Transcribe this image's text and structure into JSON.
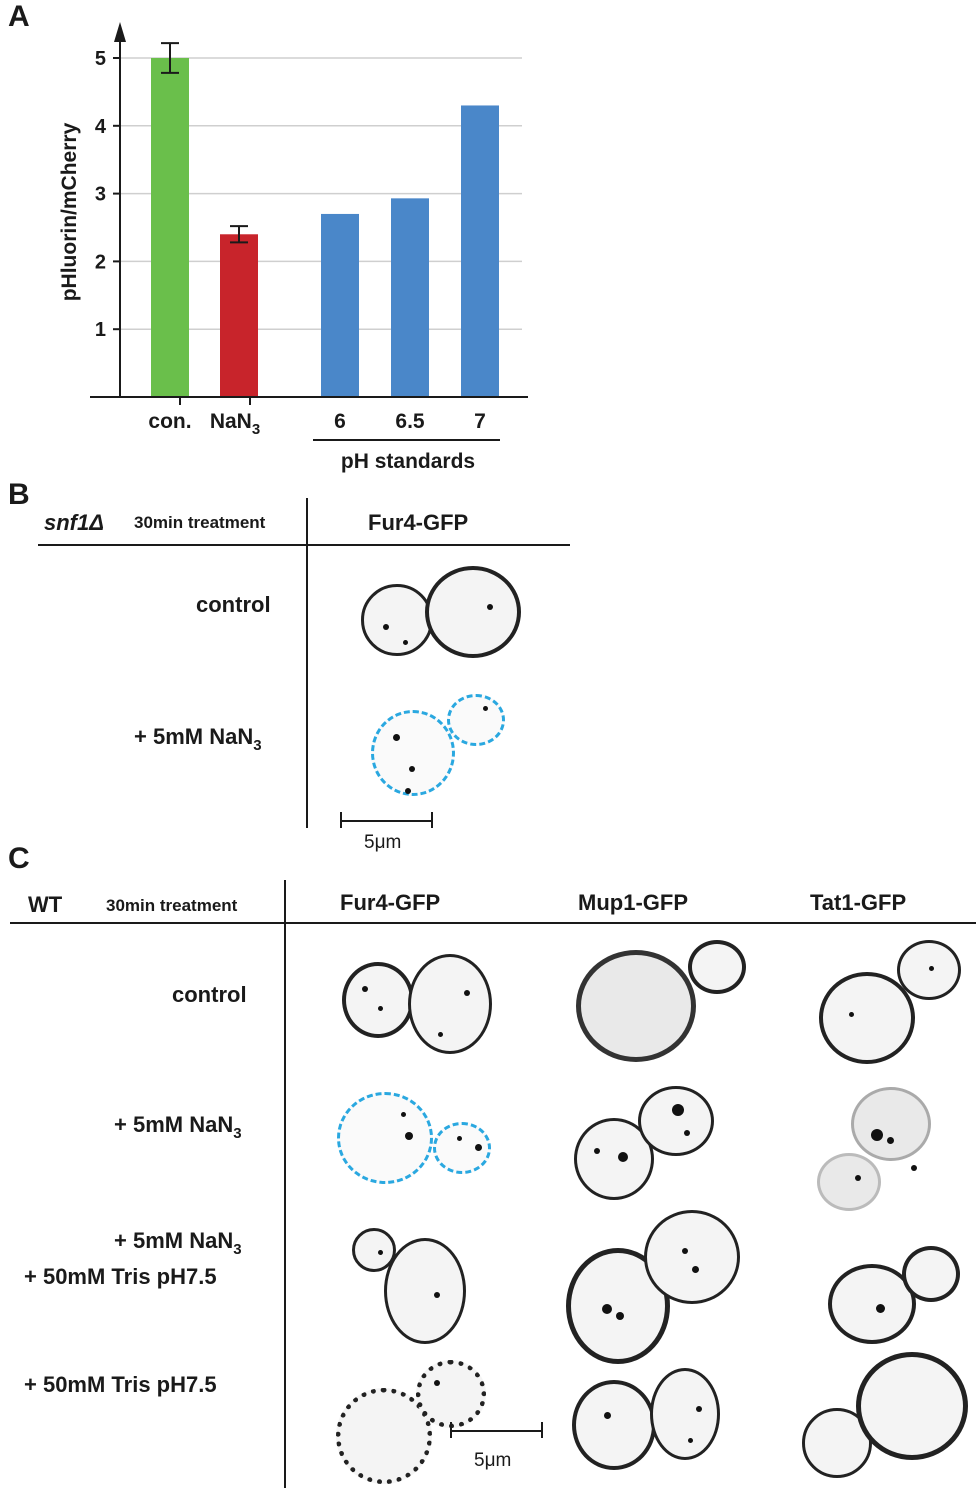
{
  "panels": {
    "a": "A",
    "b": "B",
    "c": "C"
  },
  "chart_data": {
    "type": "bar",
    "ylabel": "pHluorin/mCherry",
    "ylim": [
      0,
      5.5
    ],
    "yticks": [
      "1",
      "2",
      "3",
      "4",
      "5"
    ],
    "grid": true,
    "categories": [
      "con.",
      "NaN3",
      "6",
      "6.5",
      "7"
    ],
    "category_main": [
      "con.",
      "NaN",
      "6",
      "6.5",
      "7"
    ],
    "category_sub": [
      "",
      "3",
      "",
      "",
      ""
    ],
    "values": [
      5.0,
      2.4,
      2.7,
      2.93,
      4.3
    ],
    "errors": [
      0.22,
      0.12,
      null,
      null,
      null
    ],
    "colors": [
      "#6abf4b",
      "#c8242b",
      "#4a87c9",
      "#4a87c9",
      "#4a87c9"
    ],
    "group_label": "pH standards"
  },
  "panel_b": {
    "strain": "snf1Δ",
    "treatment_header": "30min treatment",
    "column": "Fur4-GFP",
    "rows": [
      "control",
      "+ 5mM NaN"
    ],
    "row_sub": [
      "",
      "3"
    ],
    "scale_bar": "5μm"
  },
  "panel_c": {
    "strain": "WT",
    "treatment_header": "30min treatment",
    "columns": [
      "Fur4-GFP",
      "Mup1-GFP",
      "Tat1-GFP"
    ],
    "row1": "control",
    "row2": "+ 5mM NaN",
    "row2_sub": "3",
    "row3a": "+ 5mM NaN",
    "row3a_sub": "3",
    "row3b": "+ 50mM Tris pH7.5",
    "row4": "+ 50mM Tris pH7.5",
    "scale_bar": "5μm"
  },
  "colors": {
    "dashed_outline": "#2aa8e0",
    "axis": "#1a1a1a",
    "grid": "#cfcfcf"
  }
}
